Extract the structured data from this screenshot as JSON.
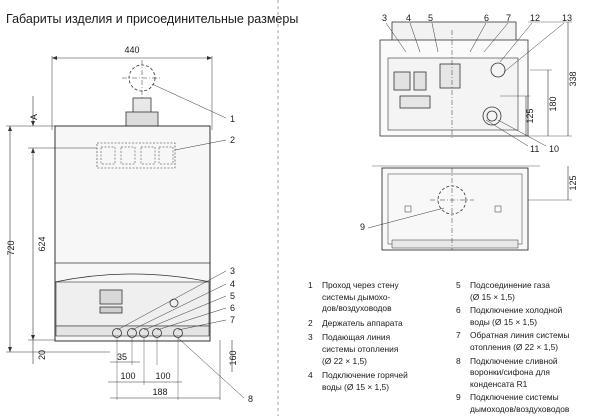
{
  "title": "Габариты изделия и присоединительные размеры",
  "dimensions": {
    "width_top": "440",
    "height_total": "720",
    "height_inner": "624",
    "bottom_20": "20",
    "a_label": "A",
    "d35": "35",
    "d100a": "100",
    "d100b": "100",
    "d188": "188",
    "d160": "160",
    "top_338": "338",
    "top_180": "180",
    "top_125": "125",
    "mid_125": "125"
  },
  "callouts": {
    "c1": "1",
    "c2": "2",
    "c3": "3",
    "c4": "4",
    "c5": "5",
    "c6": "6",
    "c7": "7",
    "c8": "8",
    "t3": "3",
    "t4": "4",
    "t5": "5",
    "t6": "6",
    "t7": "7",
    "t12": "12",
    "t13": "13",
    "t11": "11",
    "t10": "10",
    "t9": "9"
  },
  "legend_left": [
    {
      "n": "1",
      "text": "Проход через стену\nсистемы дымохо-\nдов/воздуховодов"
    },
    {
      "n": "2",
      "text": "Держатель аппарата"
    },
    {
      "n": "3",
      "text": "Подающая линия\nсистемы отопления\n(Ø 22 × 1,5)"
    },
    {
      "n": "4",
      "text": "Подключение горячей\nводы (Ø 15 × 1,5)"
    }
  ],
  "legend_right": [
    {
      "n": "5",
      "text": "Подсоединение газа\n(Ø 15 × 1,5)"
    },
    {
      "n": "6",
      "text": "Подключение холодной\nводы (Ø 15 × 1,5)"
    },
    {
      "n": "7",
      "text": "Обратная линия системы\nотопления (Ø 22 × 1,5)"
    },
    {
      "n": "8",
      "text": "Подключение сливной\nворонки/сифона для\nконденсата R1"
    },
    {
      "n": "9",
      "text": "Подключение системы\nдымоходов/воздуховодов"
    }
  ]
}
